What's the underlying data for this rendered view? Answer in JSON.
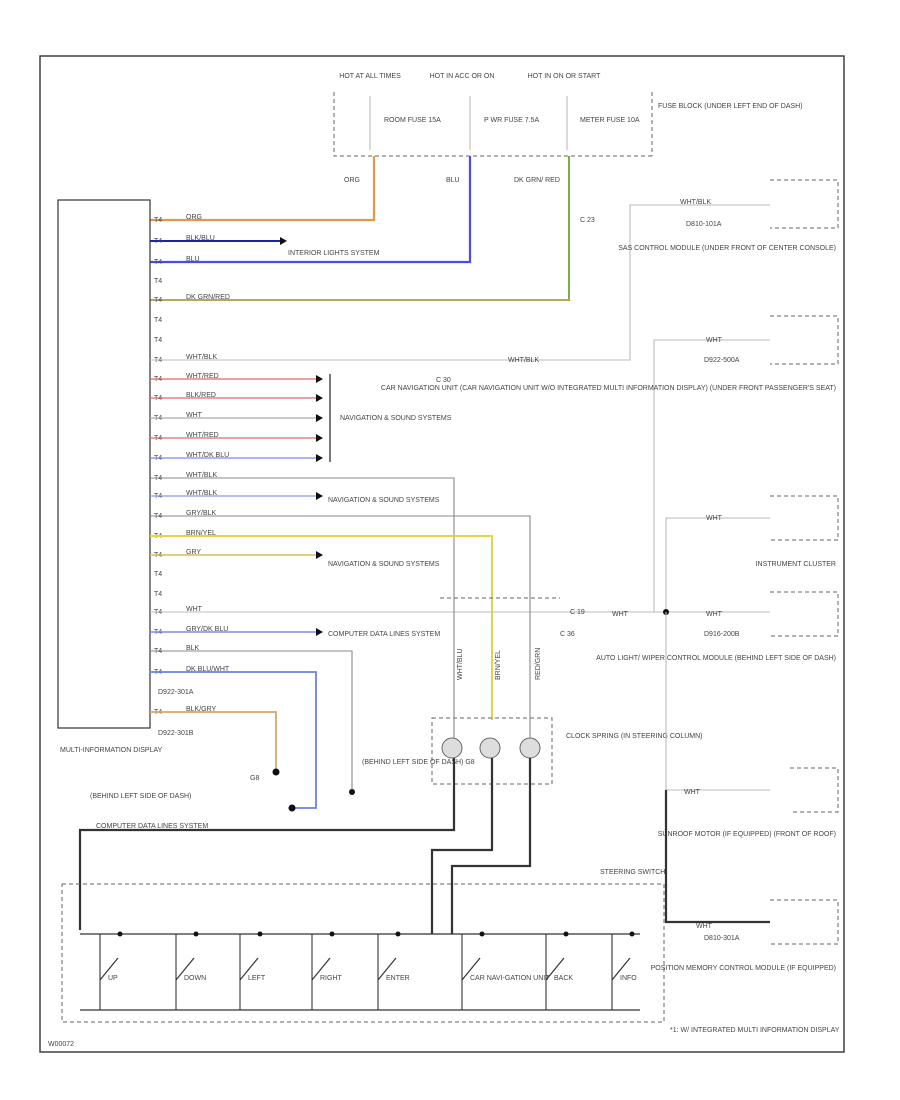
{
  "power": {
    "hot_all_times": "HOT AT ALL TIMES",
    "hot_acc": "HOT IN ACC OR ON",
    "hot_on": "HOT IN ON OR START",
    "fuse_room": "ROOM FUSE 15A",
    "fuse_pwr": "P WR FUSE 7.5A",
    "fuse_meter": "METER FUSE 10A",
    "fuse_block": "FUSE BLOCK (UNDER LEFT END OF DASH)"
  },
  "wire_labels": {
    "org": "ORG",
    "blu": "BLU",
    "dk_grn_red": "DK GRN/ RED",
    "c_id": "C 23",
    "interior": "INTERIOR LIGHTS SYSTEM",
    "wht_blk": "WHT/BLK",
    "c_30": "C 30",
    "c_36": "C 36",
    "wht": "WHT",
    "c_19": "C 19",
    "blk_1": "BLK",
    "blk_2": "BLK"
  },
  "pins": [
    {
      "n": "T4",
      "w": "ORG",
      "color": "#e8944a"
    },
    {
      "n": "T4",
      "w": "BLK/BLU",
      "color": "#4444ee"
    },
    {
      "n": "T4",
      "w": "BLU",
      "color": "#7070ee"
    },
    {
      "n": "T4",
      "w": "",
      "color": ""
    },
    {
      "n": "T4",
      "w": "DK GRN/RED",
      "color": "#d9a56b"
    },
    {
      "n": "T4",
      "w": "",
      "color": ""
    },
    {
      "n": "T4",
      "w": "",
      "color": ""
    },
    {
      "n": "T4",
      "w": "WHT/BLK",
      "color": "#999999"
    },
    {
      "n": "T4",
      "w": "WHT/RED",
      "color": "#e06a6a"
    },
    {
      "n": "T4",
      "w": "BLK/RED",
      "color": "#e06a6a"
    },
    {
      "n": "T4",
      "w": "WHT",
      "color": "#aaaaaa"
    },
    {
      "n": "T4",
      "w": "WHT/RED",
      "color": "#e06a6a"
    },
    {
      "n": "T4",
      "w": "WHT/DK BLU",
      "color": "#7a8ae8"
    },
    {
      "n": "T4",
      "w": "WHT/BLK",
      "color": "#aaaaaa"
    },
    {
      "n": "T4",
      "w": "WHT/BLK",
      "color": "#8a9ae6"
    },
    {
      "n": "T4",
      "w": "GRY/BLK",
      "color": "#999999"
    },
    {
      "n": "T4",
      "w": "BRN/YEL",
      "color": "#e3c84c"
    },
    {
      "n": "T4",
      "w": "GRY",
      "color": "#d9bd55"
    },
    {
      "n": "T4",
      "w": "",
      "color": ""
    },
    {
      "n": "T4",
      "w": "",
      "color": ""
    },
    {
      "n": "T4",
      "w": "WHT",
      "color": "#aaaaaa"
    },
    {
      "n": "T4",
      "w": "GRY/DK BLU",
      "color": "#7a8ae8"
    },
    {
      "n": "T4",
      "w": "BLK",
      "color": "#888888"
    },
    {
      "n": "T4",
      "w": "DK BLU/WHT",
      "color": "#6a80e8"
    },
    {
      "n": "T4",
      "w": "BLK/GRY",
      "color": "#888888"
    }
  ],
  "module": {
    "name": "MULTI-INFORMATION DISPLAY",
    "conn_1": "D922-301A",
    "conn_2": "D922-301B"
  },
  "systems": {
    "nav1": "NAVIGATION & SOUND SYSTEMS",
    "nav2": "NAVIGATION & SOUND SYSTEMS",
    "nav3": "NAVIGATION & SOUND SYSTEMS",
    "comp1": "COMPUTER DATA LINES SYSTEM",
    "comp2": "COMPUTER DATA LINES SYSTEM"
  },
  "grounds": {
    "g_left": "(BEHIND LEFT SIDE OF DASH)",
    "g_label": "G8",
    "g_mid": "(BEHIND LEFT SIDE OF DASH) G8"
  },
  "right_modules": {
    "srs_pin": "WHT/BLK",
    "srs_conn": "D810-101A",
    "srs_name": "SAS CONTROL MODULE (UNDER FRONT OF CENTER CONSOLE)",
    "nav_pin": "WHT",
    "nav_conn": "D922-500A",
    "nav_name": "CAR NAVIGATION UNIT (CAR NAVIGATION UNIT W/O INTEGRATED MULTI INFORMATION DISPLAY) (UNDER FRONT PASSENGER'S SEAT)",
    "inst_pin": "WHT",
    "inst_name": "INSTRUMENT CLUSTER",
    "auto_pin": "WHT",
    "auto_conn": "D916-200B",
    "auto_name": "AUTO LIGHT/ WIPER CONTROL MODULE (BEHIND LEFT SIDE OF DASH)",
    "sun_pin": "WHT",
    "sun_name": "SUNROOF MOTOR (IF EQUIPPED) (FRONT OF ROOF)",
    "pos_pin": "WHT",
    "pos_conn": "D810-301A",
    "pos_name": "POSITION MEMORY CONTROL MODULE (IF EQUIPPED)"
  },
  "clock_spring": {
    "name": "CLOCK SPRING (IN STEERING COLUMN)",
    "wire_a": "WHT/BLU",
    "wire_b": "BRN/YEL",
    "wire_c": "RED/GRN"
  },
  "steering": {
    "label": "STEERING SWITCH",
    "sw_labels": [
      "UP",
      "DOWN",
      "LEFT",
      "RIGHT",
      "ENTER",
      "CAR NAVI-GATION UNIT",
      "BACK",
      "INFO"
    ]
  },
  "footnote": "*1: W/ INTEGRATED MULTI INFORMATION DISPLAY",
  "figure_id": "W00072"
}
